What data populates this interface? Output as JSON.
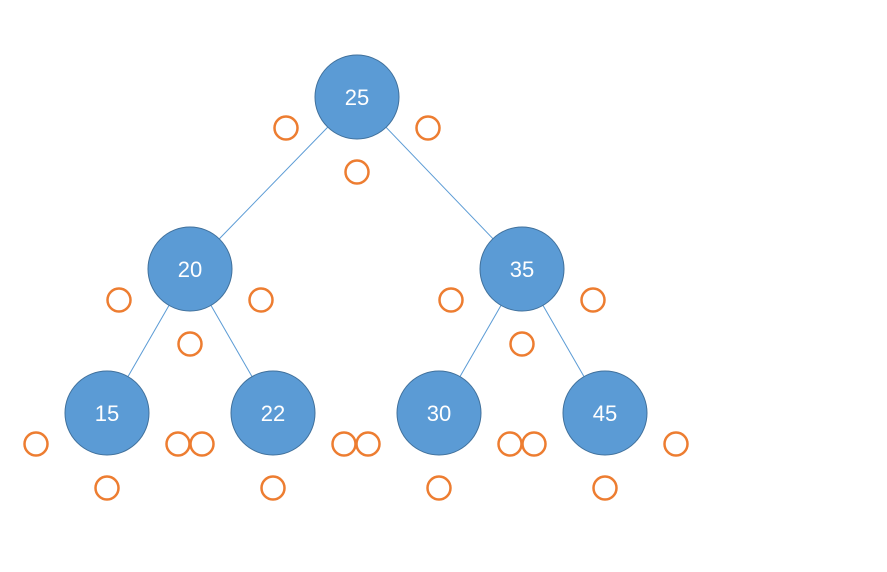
{
  "colors": {
    "node_fill": "#5b9bd5",
    "node_stroke": "#41719c",
    "edge": "#5b9bd5",
    "slot_stroke": "#ed7d31",
    "background": "#ffffff"
  },
  "tree": {
    "nodes": [
      {
        "id": "n25",
        "label": "25"
      },
      {
        "id": "n20",
        "label": "20"
      },
      {
        "id": "n35",
        "label": "35"
      },
      {
        "id": "n15",
        "label": "15"
      },
      {
        "id": "n22",
        "label": "22"
      },
      {
        "id": "n30",
        "label": "30"
      },
      {
        "id": "n45",
        "label": "45"
      }
    ],
    "edges": [
      [
        "n25",
        "n20"
      ],
      [
        "n25",
        "n35"
      ],
      [
        "n20",
        "n15"
      ],
      [
        "n20",
        "n22"
      ],
      [
        "n35",
        "n30"
      ],
      [
        "n35",
        "n45"
      ]
    ]
  }
}
